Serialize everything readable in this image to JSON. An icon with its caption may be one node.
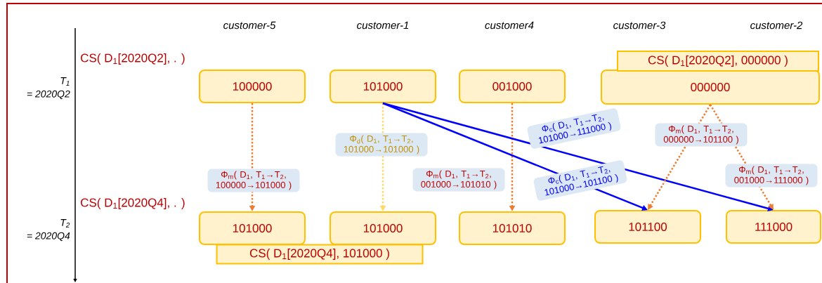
{
  "diagram": {
    "nodes": [
      {
        "text": [
          "100000"
        ]
      },
      {
        "text": [
          "101000"
        ]
      },
      {
        "text": [
          "001000"
        ]
      },
      {
        "text": [
          "000000"
        ]
      },
      {
        "text": [
          "CS( D$_{1}$[2020Q2], 000000 )"
        ]
      },
      {
        "text": [
          "101000"
        ]
      },
      {
        "text": [
          "101000"
        ]
      },
      {
        "text": [
          "101010"
        ]
      },
      {
        "text": [
          "101100"
        ]
      },
      {
        "text": [
          "111000"
        ]
      },
      {
        "text": [
          "CS( D$_{1}$[2020Q4], 101000 )"
        ]
      }
    ],
    "edges": [
      {
        "from": 0,
        "to": 5,
        "arrow": "to",
        "style": "dashed",
        "label": "Φ$_{m}$( D$_{1}$, T$_{1}$→T$_{2}$, 100000→101000 )"
      },
      {
        "from": 1,
        "to": 6,
        "arrow": "to",
        "style": "dashed",
        "color": "#ffd966",
        "label": "Φ$_{d}$( D$_{1}$, T$_{1}$→T$_{2}$, 101000→101000 )"
      },
      {
        "from": 2,
        "to": 7,
        "arrow": "to",
        "style": "dashed",
        "label": "Φ$_{m}$( D$_{1}$, T$_{1}$→T$_{2}$, 001000→101010 )"
      },
      {
        "from": 1,
        "to": 9,
        "arrow": "to",
        "color": "#0000ff",
        "label": "Φ$_{c}$( D$_{1}$, T$_{1}$→T$_{2}$, 101000→111000 )"
      },
      {
        "from": 1,
        "to": 8,
        "arrow": "to",
        "color": "#0000ff",
        "label": "Φ$_{c}$( D$_{1}$, T$_{1}$→T$_{2}$, 101000→101100 )"
      },
      {
        "from": 3,
        "to": 8,
        "arrow": "to",
        "style": "dashed",
        "label": "Φ$_{m}$( D$_{1}$, T$_{1}$→T$_{2}$, 000000→101100 )"
      },
      {
        "from": 3,
        "to": 9,
        "arrow": "to",
        "style": "dashed",
        "label": "Φ$_{m}$( D$_{1}$, T$_{1}$→T$_{2}$, 001000→111000 )"
      }
    ],
    "labels": [
      "customer-5",
      "customer-1",
      "customer4",
      "customer-3",
      "customer-2",
      "CS( D$_{1}$[2020Q2], . )",
      "T$_{1}$",
      "= 2020Q2",
      "CS( D$_{1}$[2020Q4], . )",
      "T$_{2}$",
      "= 2020Q4"
    ]
  }
}
